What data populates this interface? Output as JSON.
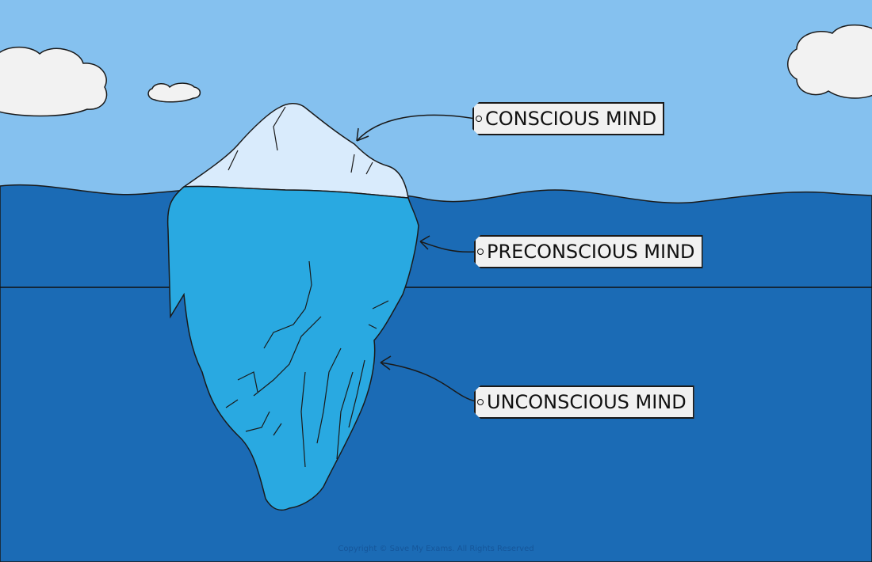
{
  "labels": {
    "conscious": "CONSCIOUS MIND",
    "preconscious": "PRECONSCIOUS MIND",
    "unconscious": "UNCONSCIOUS MIND"
  },
  "copyright": "Copyright © Save My Exams. All Rights Reserved",
  "colors": {
    "sky": "#85c1ef",
    "water": "#1b6bb5",
    "iceberg_above": "#d9ebfc",
    "iceberg_below": "#29a9e1",
    "cloud": "#f2f2f2",
    "tag": "#f1f1f1"
  }
}
